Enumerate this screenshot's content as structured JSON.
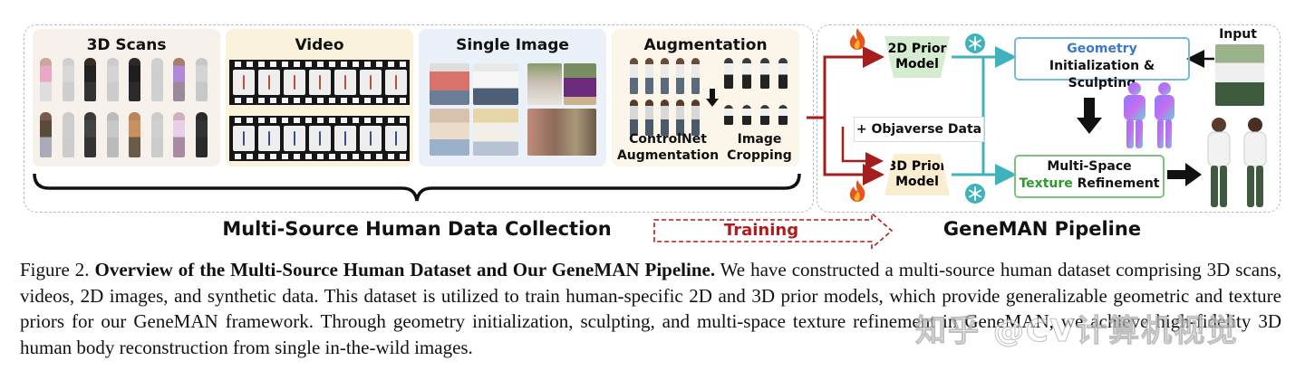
{
  "panels": {
    "scans": "3D Scans",
    "video": "Video",
    "single_image": "Single Image",
    "augmentation": "Augmentation"
  },
  "augmentation": {
    "controlnet": "ControlNet Augmentation",
    "cropping": "Image Cropping"
  },
  "collection_label": "Multi-Source Human Data Collection",
  "training_label": "Training",
  "pipeline": {
    "prior_2d": "2D Prior Model",
    "prior_3d": "3D Prior Model",
    "objaverse": "+ Objaverse Data",
    "geometry_title": "Geometry",
    "geometry_sub": "Initialization & Sculpting",
    "texture_line1": "Multi-Space",
    "texture_word": "Texture",
    "texture_rest": "Refinement",
    "input": "Input",
    "title": "GeneMAN Pipeline"
  },
  "caption": {
    "label": "Figure 2.",
    "title": "Overview of the Multi-Source Human Dataset and Our GeneMAN Pipeline.",
    "body": "We have constructed a multi-source human dataset comprising 3D scans, videos, 2D images, and synthetic data. This dataset is utilized to train human-specific 2D and 3D prior models, which provide generalizable geometric and texture priors for our GeneMAN framework. Through geometry initialization, sculpting, and multi-space texture refinement in GeneMAN, we achieve high-fidelity 3D human body reconstruction from single in-the-wild images."
  },
  "watermark": "知乎 @CV计算机视觉",
  "colors": {
    "geometry_blue": "#3a78c9",
    "texture_green": "#2e9a2e",
    "flow_teal": "#3fb3bd",
    "training_red": "#b01c1c",
    "prior_green": "#d6ecd0"
  },
  "icons": [
    "fire-icon",
    "snowflake-icon",
    "arrow-down-icon",
    "arrow-right-icon"
  ]
}
